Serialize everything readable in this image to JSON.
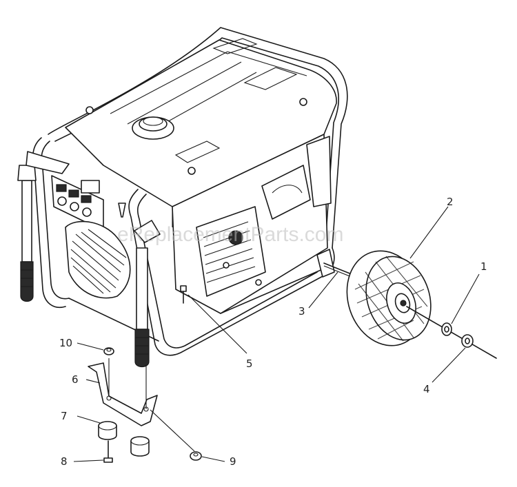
{
  "watermark": "eReplacementParts.com",
  "callouts": {
    "c1": "1",
    "c2": "2",
    "c3": "3",
    "c4": "4",
    "c5": "5",
    "c6": "6",
    "c7": "7",
    "c8": "8",
    "c9": "9",
    "c10": "10"
  }
}
